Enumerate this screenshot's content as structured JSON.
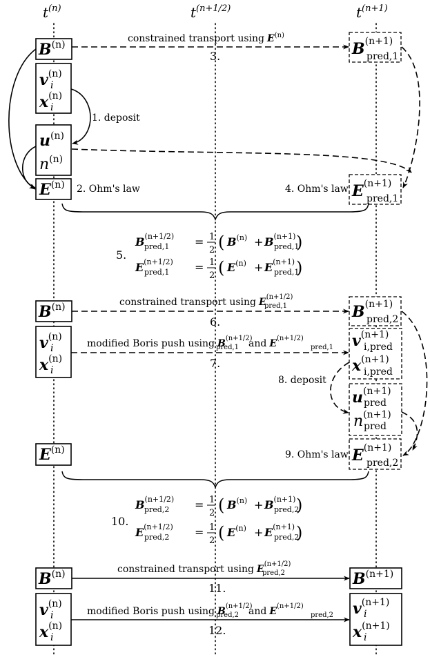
{
  "columns": {
    "t0": {
      "base": "t",
      "sup": "(n)"
    },
    "t1": {
      "base": "t",
      "sup": "(n+1/2)"
    },
    "t2": {
      "base": "t",
      "sup": "(n+1)"
    }
  },
  "vars": {
    "B": "B",
    "E": "E",
    "v": "v",
    "x": "x",
    "u": "u",
    "n": "n",
    "sup_n": "(n)",
    "sup_n1": "(n+1)",
    "sup_nh": "(n+1/2)",
    "sub_i": "i",
    "sub_pred": "pred",
    "sub_pred1": "pred,1",
    "sub_pred2": "pred,2",
    "sub_ipred": "i,pred"
  },
  "steps": {
    "s1": "1. deposit",
    "s2": "2. Ohm's law",
    "s3_text": "constrained transport using",
    "s3_num": "3.",
    "s4": "4. Ohm's law",
    "s5": "5.",
    "s6_text": "constrained transport using",
    "s6_num": "6.",
    "s7_text": "modified Boris push using",
    "s7_and": "and",
    "s7_num": "7.",
    "s8": "8. deposit",
    "s9": "9. Ohm's law",
    "s10": "10.",
    "s11_text": "constrained transport using",
    "s11_num": "11.",
    "s12_text": "modified Boris push using",
    "s12_and": "and",
    "s12_num": "12."
  },
  "equations": {
    "eq": "=",
    "half_num": "1",
    "half_den": "2",
    "plus": "+"
  }
}
